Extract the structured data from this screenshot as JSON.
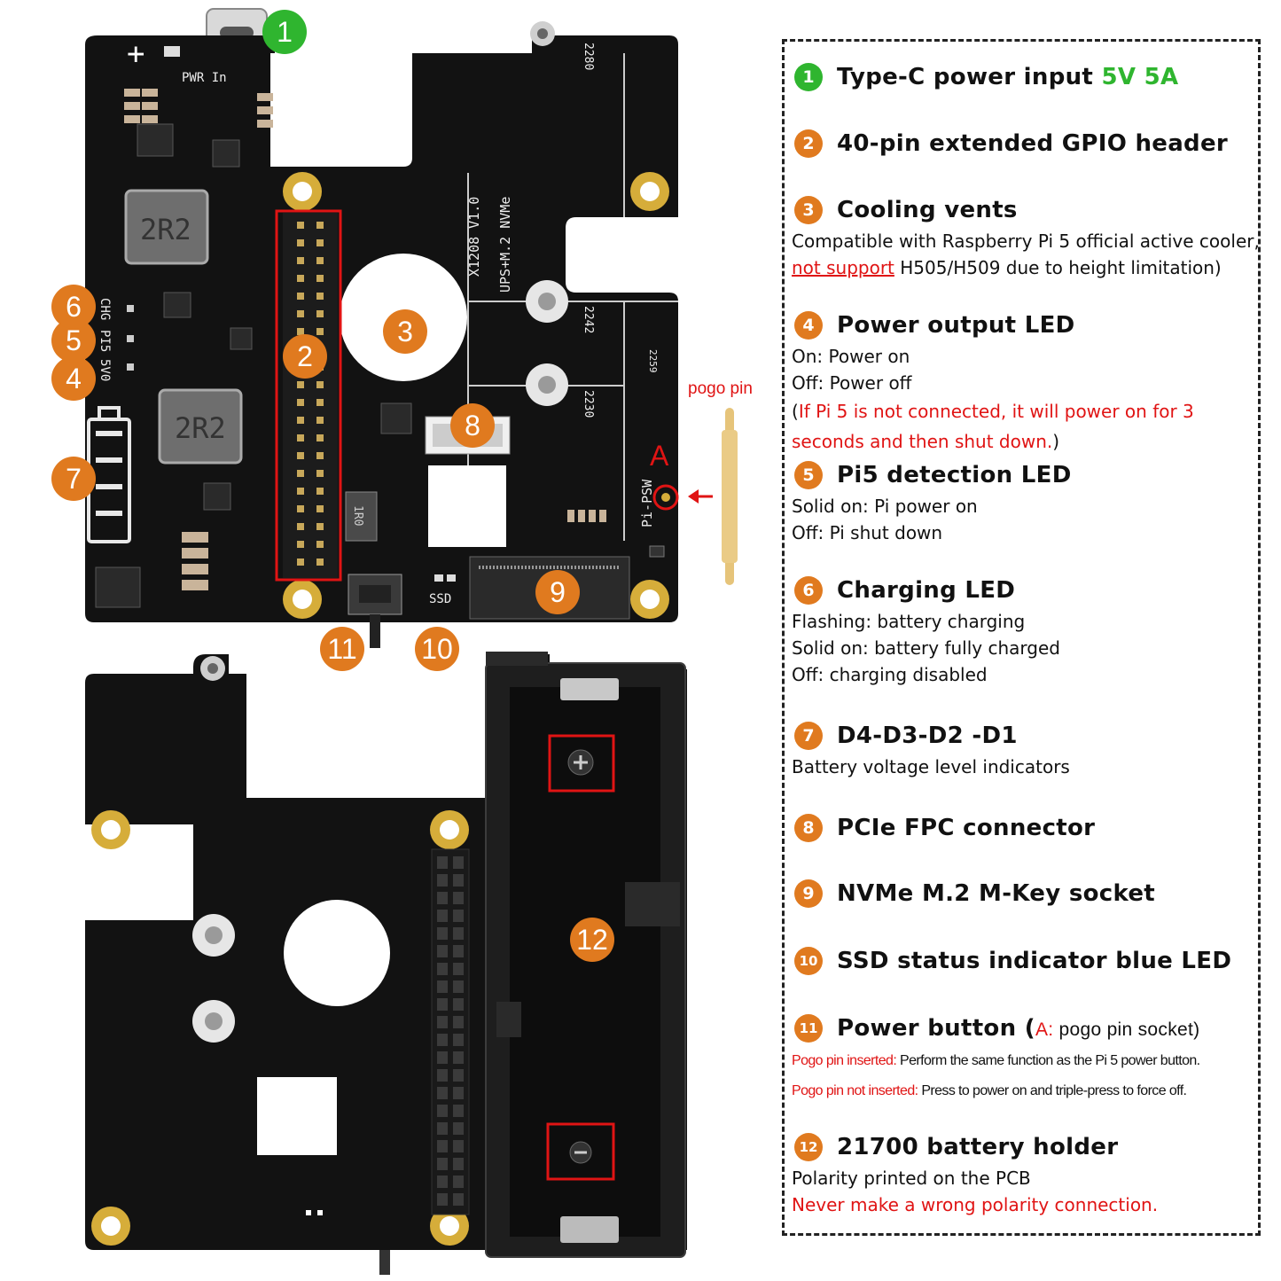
{
  "board_labels": {
    "pwr_in": "PWR In",
    "inductor_a": "2R2",
    "inductor_b": "2R2",
    "model": "X1208 V1.0",
    "model_sub": "UPS+M.2 NVMe",
    "chg": "CHG",
    "pi5": "PI5",
    "v5": "5V0",
    "size_2280": "2280",
    "size_2242": "2242",
    "size_2230": "2230",
    "pi_psw": "Pi-PSW",
    "ssd": "SSD",
    "r_ind": "1R0",
    "plus": "+",
    "ref": "2259"
  },
  "callouts": [
    "1",
    "2",
    "3",
    "4",
    "5",
    "6",
    "7",
    "8",
    "9",
    "10",
    "11",
    "12"
  ],
  "pogo": {
    "label": "pogo pin",
    "socket_mark": "A"
  },
  "legend": {
    "items": [
      {
        "num": "1",
        "title": "Type-C power input ",
        "title_hl": "5V 5A"
      },
      {
        "num": "2",
        "title": "40-pin extended GPIO header"
      },
      {
        "num": "3",
        "title": "Cooling vents",
        "line1": "Compatible with Raspberry Pi 5 official active cooler,",
        "line2_red": "not support",
        "line2_rest": " H505/H509 due to height limitation)"
      },
      {
        "num": "4",
        "title": "Power output LED",
        "line1": "On: Power on",
        "line2": "Off: Power off",
        "line3_paren": "(",
        "line3_red": "If Pi 5 is not connected, it will power on for 3",
        "line4_red": "seconds and then shut down.",
        "line4_paren": ")"
      },
      {
        "num": "5",
        "title": "Pi5 detection LED",
        "line1": "Solid on: Pi power on",
        "line2": "Off: Pi shut down"
      },
      {
        "num": "6",
        "title": "Charging LED",
        "line1": "Flashing: battery charging",
        "line2": "Solid on: battery fully charged",
        "line3": "Off: charging disabled"
      },
      {
        "num": "7",
        "title": "D4-D3-D2 -D1",
        "line1": "Battery voltage level indicators"
      },
      {
        "num": "8",
        "title": "PCIe FPC connector"
      },
      {
        "num": "9",
        "title": "NVMe M.2 M-Key socket"
      },
      {
        "num": "10",
        "title": "SSD status indicator blue LED"
      },
      {
        "num": "11",
        "title": "Power button (",
        "title_a": "A:",
        "title_rest": " pogo pin socket)",
        "line1_red": "Pogo pin inserted:",
        "line1_rest": " Perform the same function as the Pi 5 power button.",
        "line2_red": "Pogo pin not inserted:",
        "line2_rest": " Press to power on and triple-press to force off."
      },
      {
        "num": "12",
        "title": "21700 battery holder",
        "line1": "Polarity printed on the PCB",
        "line2_red": "Never make a wrong polarity connection."
      }
    ]
  },
  "colors": {
    "callout": "#e07a1f",
    "callout_green": "#2fb52f",
    "highlight_red": "#e01414",
    "pcb": "#111111",
    "brass": "#d6ad3a"
  }
}
